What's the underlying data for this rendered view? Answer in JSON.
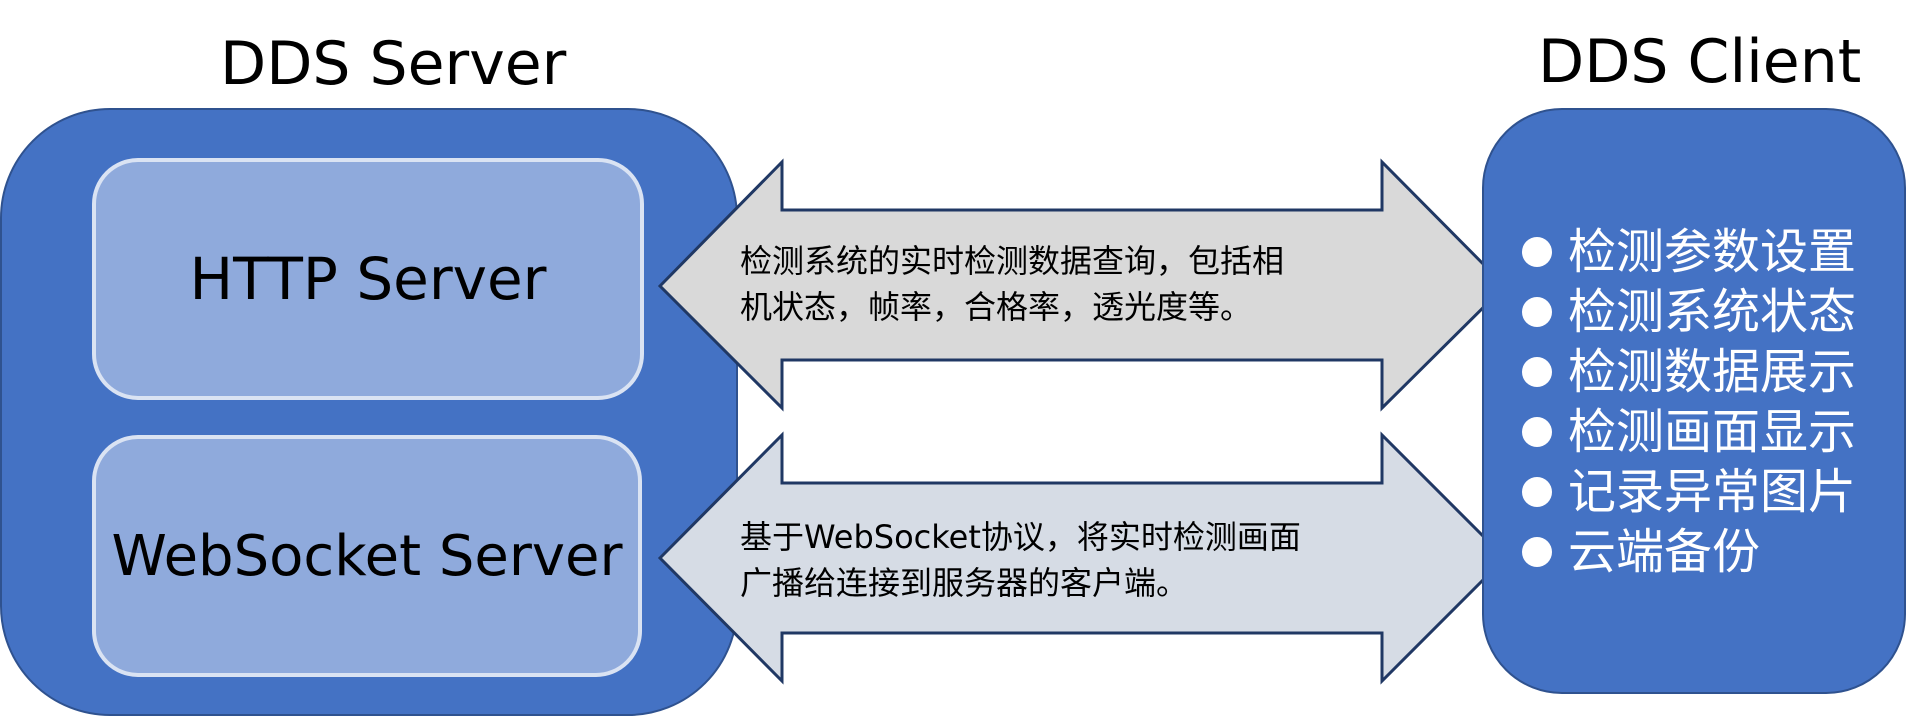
{
  "server": {
    "title": "DDS Server",
    "http_label": "HTTP Server",
    "ws_label": "WebSocket Server"
  },
  "client": {
    "title": "DDS Client",
    "items": [
      "检测参数设置",
      "检测系统状态",
      "检测数据展示",
      "检测画面显示",
      "记录异常图片",
      "云端备份"
    ]
  },
  "arrows": {
    "http": {
      "lines": [
        "检测系统的实时检测数据查询，包括相",
        "机状态，帧率，合格率，透光度等。"
      ]
    },
    "ws": {
      "lines": [
        "基于WebSocket协议，将实时检测画面",
        "广播给连接到服务器的客户端。"
      ]
    }
  },
  "colors": {
    "box_fill": "#4472c4",
    "box_border": "#2f528f",
    "inner_fill": "#8faadc",
    "inner_border": "#dae3f3",
    "arrow_http_fill": "#d9d9d9",
    "arrow_ws_fill": "#d6dce5",
    "arrow_border": "#203864"
  }
}
